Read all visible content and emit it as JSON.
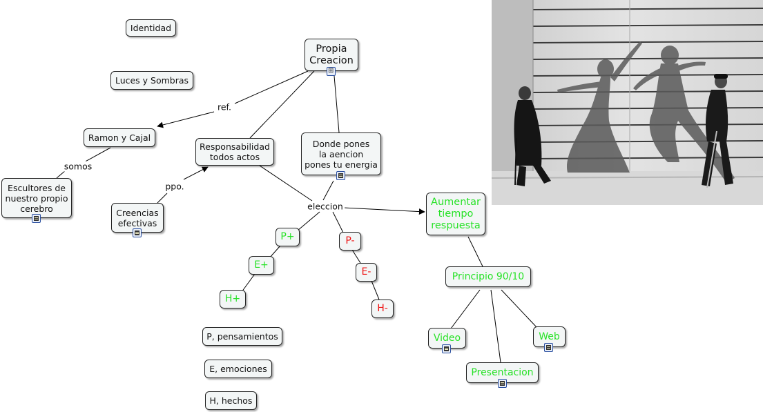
{
  "nodes": {
    "identidad": "Identidad",
    "luces": "Luces y Sombras",
    "propia": "Propia\nCreacion",
    "ramon": "Ramon y Cajal",
    "responsabilidad": "Responsabilidad\ntodos actos",
    "donde": "Donde pones\nla aencion\npones tu energia",
    "escultores": "Escultores de\nnuestro propio\ncerebro",
    "creencias": "Creencias\nefectivas",
    "aumentar": "Aumentar\ntiempo\nrespuesta",
    "p_plus": "P+",
    "e_plus": "E+",
    "h_plus": "H+",
    "p_minus": "P-",
    "e_minus": "E-",
    "h_minus": "H-",
    "principio": "Principio 90/10",
    "video": "Video",
    "web": "Web",
    "presentacion": "Presentacion",
    "p_pens": "P, pensamientos",
    "e_emoc": "E, emociones",
    "h_hechos": "H, hechos"
  },
  "link_labels": {
    "ref": "ref.",
    "somos": "somos",
    "ppo": "ppo.",
    "eleccion": "eleccion"
  },
  "icons": {
    "submap": "submap-icon",
    "resource": "document-icon"
  },
  "colors": {
    "green_text": "#27e227",
    "red_text": "#ee1111",
    "node_fill": "#f3f6f6"
  }
}
